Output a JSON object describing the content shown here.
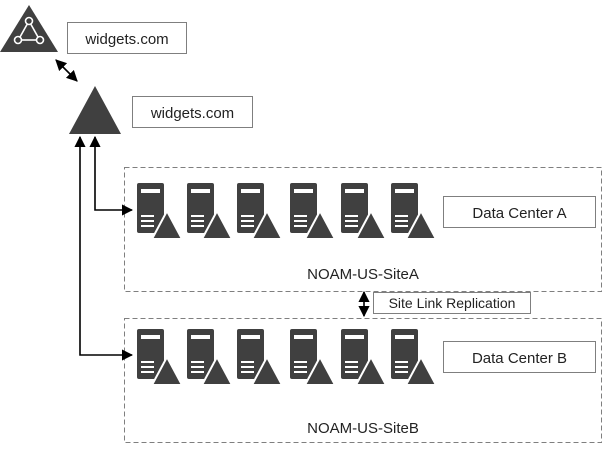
{
  "forest_root": {
    "label": "widgets.com",
    "icon": "forest-triangle-icon"
  },
  "domain": {
    "label": "widgets.com",
    "icon": "domain-triangle-icon"
  },
  "sites": [
    {
      "datacenter_label": "Data Center A",
      "site_label": "NOAM-US-SiteA",
      "server_count": 6
    },
    {
      "datacenter_label": "Data Center B",
      "site_label": "NOAM-US-SiteB",
      "server_count": 6
    }
  ],
  "replication": {
    "label": "Site Link Replication"
  },
  "colors": {
    "icon": "#404040",
    "border": "#7f7f7f",
    "line": "#000000"
  }
}
